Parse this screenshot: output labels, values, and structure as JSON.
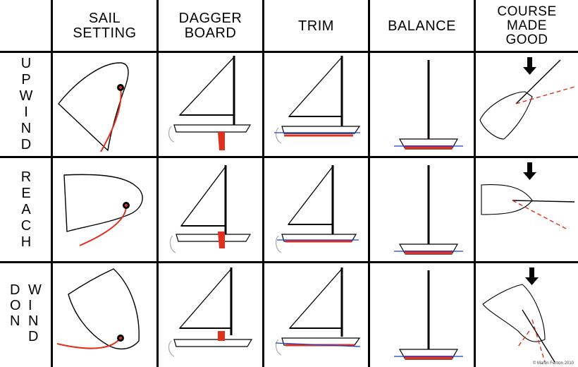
{
  "columns": {
    "sail_setting": "SAIL\nSETTING",
    "dagger_board": "DAGGER\nBOARD",
    "trim": "TRIM",
    "balance": "BALANCE",
    "course_made_good": "COURSE\nMADE\nGOOD"
  },
  "rows": {
    "upwind": [
      "U",
      "P",
      "W",
      "I",
      "N",
      "D"
    ],
    "reach": [
      "R",
      "E",
      "A",
      "C",
      "H"
    ],
    "downwind_left": [
      "D",
      "O",
      "N"
    ],
    "downwind_right": [
      "W",
      "I",
      "N",
      "D"
    ]
  },
  "copyright": "© Martin Fenton 2010",
  "colors": {
    "line": "#000000",
    "red": "#e0301e",
    "blue": "#1f3fd0",
    "grey": "#aaaaaa"
  }
}
